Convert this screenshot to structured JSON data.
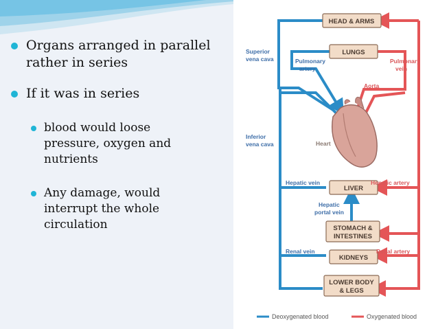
{
  "bullets": {
    "b1": "Organs arranged in parallel rather in series",
    "b2": "If it was in series",
    "b3": "blood would loose pressure, oxygen and nutrients",
    "b4": "Any damage, would interrupt the whole circulation"
  },
  "diagram": {
    "organs": {
      "head": "HEAD & ARMS",
      "lungs": "LUNGS",
      "liver": "LIVER",
      "stomach_1": "STOMACH &",
      "stomach_2": "INTESTINES",
      "kidneys": "KIDNEYS",
      "lower_1": "LOWER BODY",
      "lower_2": "& LEGS"
    },
    "labels": {
      "superior_1": "Superior",
      "superior_2": "vena cava",
      "pulm_artery_1": "Pulmonary",
      "pulm_artery_2": "artery",
      "pulm_vein_1": "Pulmonary",
      "pulm_vein_2": "vein",
      "aorta": "Aorta",
      "inferior_1": "Inferior",
      "inferior_2": "vena cava",
      "heart": "Heart",
      "hepatic_vein": "Hepatic vein",
      "hepatic_artery": "Hepatic artery",
      "hepatic_portal_1": "Hepatic",
      "hepatic_portal_2": "portal vein",
      "renal_vein": "Renal vein",
      "renal_artery": "Renal artery"
    },
    "legend": {
      "deoxy": "Deoxygenated blood",
      "oxy": "Oxygenated blood"
    },
    "colors": {
      "deoxygenated": "#2b8cc7",
      "oxygenated": "#e45557",
      "bullet": "#20b5d6"
    }
  }
}
